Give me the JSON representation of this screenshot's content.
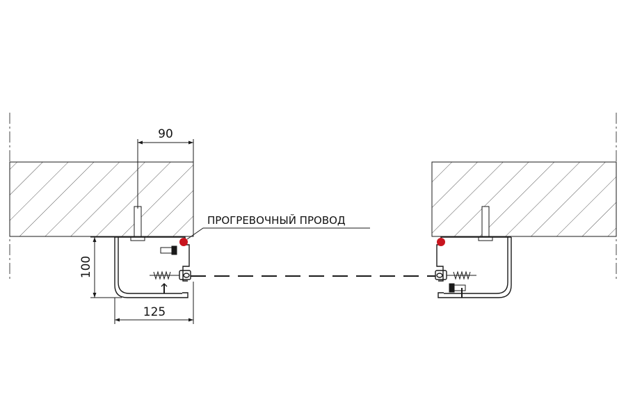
{
  "dimensions": {
    "width_label": "90",
    "height_label": "100",
    "depth_label": "125"
  },
  "callouts": {
    "heating_wire": "ПРОГРЕВОЧНЫЙ ПРОВОД"
  },
  "colors": {
    "line": "#1a1a1a",
    "heating_wire_marker": "#c8141e",
    "hatch": "#555555",
    "background": "#ffffff"
  }
}
